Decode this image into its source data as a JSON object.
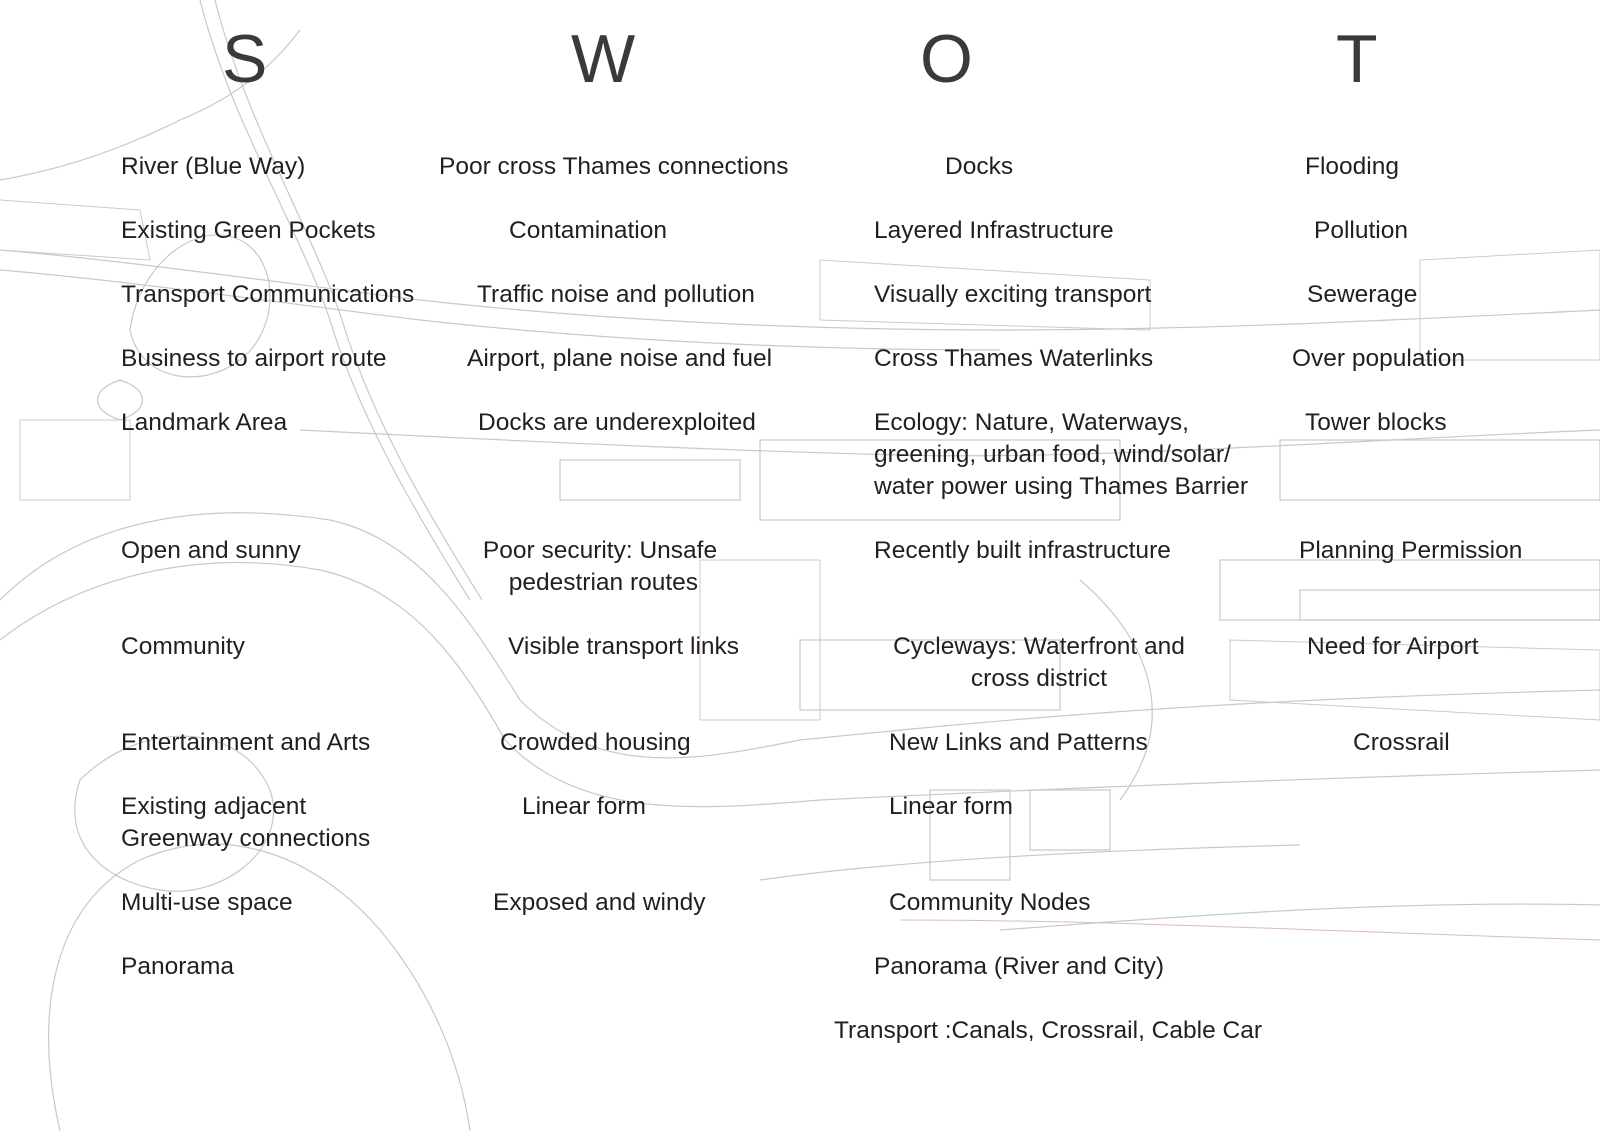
{
  "headings": {
    "s": "S",
    "w": "W",
    "o": "O",
    "t": "T"
  },
  "strengths": [
    "River (Blue Way)",
    "Existing Green Pockets",
    "Transport Communications",
    "Business to airport route",
    "Landmark Area",
    "Open and sunny",
    "Community",
    "Entertainment and Arts",
    "Existing adjacent\nGreenway connections",
    "Multi-use space",
    "Panorama"
  ],
  "weaknesses": [
    "Poor cross Thames connections",
    "Contamination",
    "Traffic noise and pollution",
    "Airport, plane noise and fuel",
    "Docks are underexploited",
    "Poor security: Unsafe\n pedestrian routes",
    "Visible transport links",
    "Crowded housing",
    "Linear form",
    "Exposed and windy"
  ],
  "opportunities": [
    "Docks",
    "Layered Infrastructure",
    "Visually exciting transport",
    "Cross Thames Waterlinks",
    "Ecology: Nature, Waterways,\ngreening, urban food, wind/solar/\nwater power using Thames Barrier",
    "Recently built infrastructure",
    "Cycleways: Waterfront and\ncross district",
    "New Links and Patterns",
    "Linear form",
    "Community Nodes",
    "Panorama (River and City)",
    "Transport :Canals, Crossrail, Cable Car"
  ],
  "threats": [
    "Flooding",
    "Pollution",
    "Sewerage",
    "Over population",
    "Tower blocks",
    "Planning Permission",
    "Need for Airport",
    "Crossrail"
  ],
  "colors": {
    "text": "#231f20",
    "heading": "#3a3a3a",
    "map_lines": "#9a9a9a",
    "map_red": "#b08080"
  }
}
